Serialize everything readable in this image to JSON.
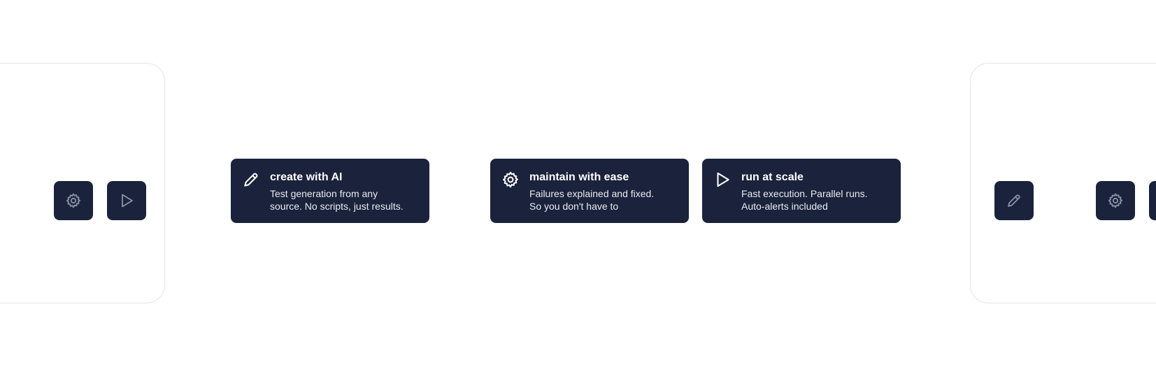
{
  "icons": {
    "pencil": "pencil-icon",
    "gear": "gear-icon",
    "play": "play-icon"
  },
  "colors": {
    "card_bg": "#1a233b",
    "tile_icon": "#8a93a6",
    "card_icon": "#ffffff",
    "frame_border": "#e3e5ea"
  },
  "cards": [
    {
      "icon": "pencil-icon",
      "title": "create with AI",
      "line1": "Test generation from any",
      "line2": "source. No scripts, just results."
    },
    {
      "icon": "gear-icon",
      "title": "maintain with ease",
      "line1": "Failures explained and fixed.",
      "line2": "So you don't have to"
    },
    {
      "icon": "play-icon",
      "title": "run at scale",
      "line1": "Fast execution. Parallel runs.",
      "line2": "Auto-alerts included"
    }
  ]
}
